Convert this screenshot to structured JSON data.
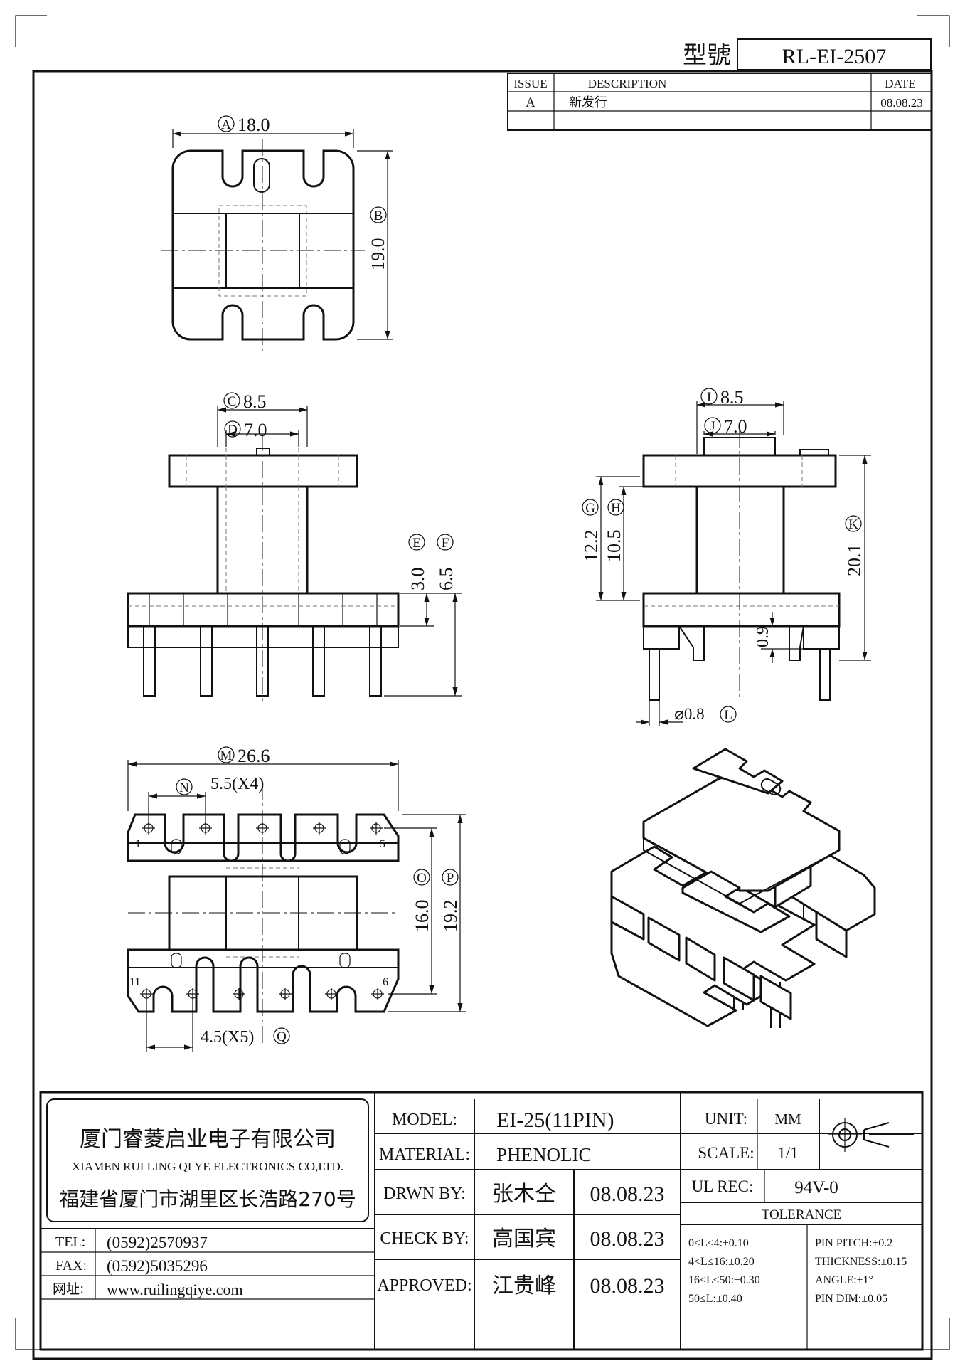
{
  "model_no": {
    "label": "型號",
    "value": "RL-EI-2507"
  },
  "revision_table": {
    "headers": [
      "ISSUE",
      "DESCRIPTION",
      "DATE"
    ],
    "rows": [
      {
        "issue": "A",
        "description": "新发行",
        "date": "08.08.23"
      }
    ]
  },
  "dimensions": {
    "A": {
      "letter": "A",
      "value": "18.0"
    },
    "B": {
      "letter": "B",
      "value": "19.0"
    },
    "C": {
      "letter": "C",
      "value": "8.5"
    },
    "D": {
      "letter": "D",
      "value": "7.0"
    },
    "E": {
      "letter": "E",
      "value": "3.0"
    },
    "F": {
      "letter": "F",
      "value": "6.5"
    },
    "G": {
      "letter": "G",
      "value": "12.2"
    },
    "H": {
      "letter": "H",
      "value": "10.5"
    },
    "I": {
      "letter": "I",
      "value": "8.5"
    },
    "J": {
      "letter": "J",
      "value": "7.0"
    },
    "K": {
      "letter": "K",
      "value": "20.1"
    },
    "L": {
      "letter": "L",
      "value": "⌀0.8"
    },
    "M": {
      "letter": "M",
      "value": "26.6"
    },
    "N": {
      "letter": "N",
      "value": "5.5(X4)"
    },
    "O": {
      "letter": "O",
      "value": "16.0"
    },
    "P": {
      "letter": "P",
      "value": "19.2"
    },
    "Q": {
      "letter": "Q",
      "value": "4.5(X5)"
    },
    "side_pin_gap": "0.9"
  },
  "pin_labels": {
    "p1": "1",
    "p5": "5",
    "p11": "11",
    "p6": "6"
  },
  "company": {
    "name_cn": "厦门睿菱启业电子有限公司",
    "name_en": "XIAMEN RUI LING QI YE ELECTRONICS CO,LTD.",
    "address": "福建省厦门市湖里区长浩路270号",
    "tel_label": "TEL:",
    "tel": "(0592)2570937",
    "fax_label": "FAX:",
    "fax": "(0592)5035296",
    "web_label": "网址:",
    "web": "www.ruilingqiye.com"
  },
  "title_block": {
    "model_label": "MODEL:",
    "model": "EI-25(11PIN)",
    "material_label": "MATERIAL:",
    "material": "PHENOLIC",
    "drawn_label": "DRWN BY:",
    "drawn_name": "张木仝",
    "drawn_date": "08.08.23",
    "check_label": "CHECK BY:",
    "check_name": "高国宾",
    "check_date": "08.08.23",
    "approved_label": "APPROVED:",
    "approved_name": "江贵峰",
    "approved_date": "08.08.23",
    "unit_label": "UNIT:",
    "unit": "MM",
    "scale_label": "SCALE:",
    "scale": "1/1",
    "ul_label": "UL REC:",
    "ul": "94V-0",
    "tolerance_title": "TOLERANCE",
    "tolerance_left": [
      "0<L≤4:±0.10",
      "4<L≤16:±0.20",
      "16<L≤50:±0.30",
      "50≤L:±0.40"
    ],
    "tolerance_right": [
      "PIN PITCH:±0.2",
      "THICKNESS:±0.15",
      "ANGLE:±1°",
      "PIN DIM:±0.05"
    ]
  }
}
